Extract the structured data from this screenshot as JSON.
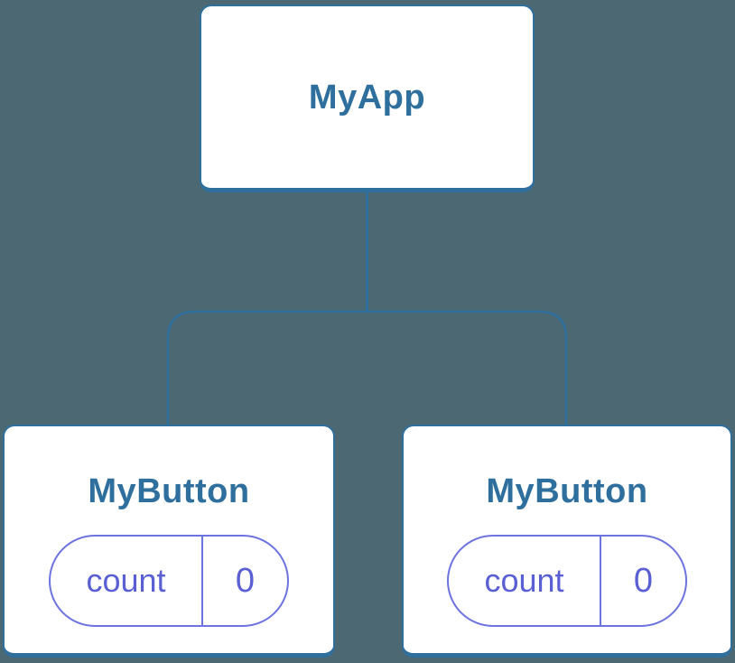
{
  "colors": {
    "background": "#4c6973",
    "node_fill": "#ffffff",
    "node_blue": "#2e6f9e",
    "pill_purple": "#5a60d4",
    "pill_border": "#6d73df"
  },
  "tree": {
    "root": {
      "title": "MyApp"
    },
    "children": [
      {
        "title": "MyButton",
        "state": {
          "key": "count",
          "value": "0"
        }
      },
      {
        "title": "MyButton",
        "state": {
          "key": "count",
          "value": "0"
        }
      }
    ]
  }
}
